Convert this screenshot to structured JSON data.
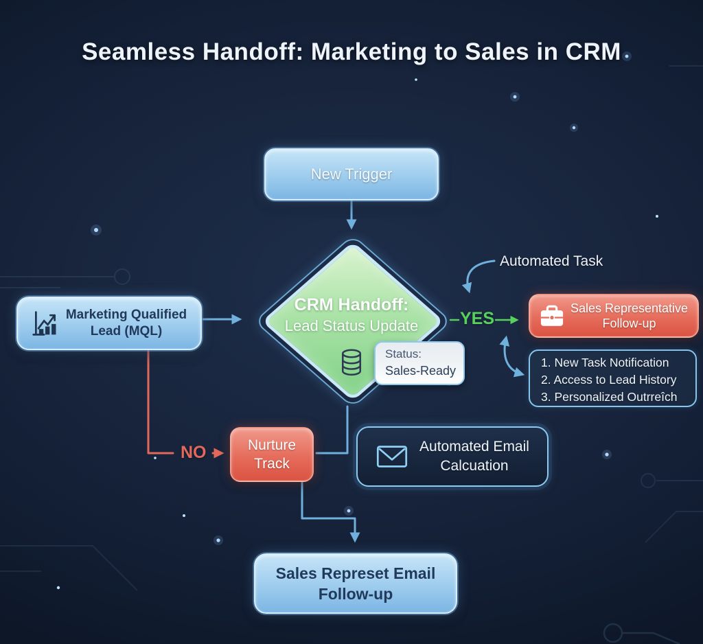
{
  "title": "Seamless Handoff: Marketing to Sales in CRM",
  "nodes": {
    "new_trigger": {
      "label": "New Trigger"
    },
    "mql": {
      "line1": "Marketing Qualified",
      "line2": "Lead (MQL)"
    },
    "decision": {
      "line1": "CRM Handoff:",
      "line2": "Lead Status Update"
    },
    "status": {
      "line1": "Status:",
      "line2": "Sales-Ready"
    },
    "sales_rep": {
      "line1": "Sales Representative",
      "line2": "Follow-up"
    },
    "task_list": {
      "item1": "1. New Task Notification",
      "item2": "2. Access to Lead History",
      "item3": "3. Personalized Outrreîch"
    },
    "nurture": {
      "line1": "Nurture",
      "line2": "Track"
    },
    "email": {
      "line1": "Automated Email",
      "line2": "Calcuation"
    },
    "sales_email": {
      "line1": "Sales Represet Email",
      "line2": "Follow-up"
    }
  },
  "labels": {
    "automated_task": "Automated Task",
    "yes": "YES",
    "no": "NO"
  },
  "icons": {
    "mql": "bar-chart-icon",
    "decision": "database-icon",
    "sales_rep": "briefcase-icon",
    "email": "envelope-icon"
  },
  "colors": {
    "background": "#18253d",
    "node_blue": "#a8d3f0",
    "node_red": "#e66c5b",
    "diamond_green": "#8fd690",
    "connector_blue": "#6fb0dd",
    "yes_green": "#57d05c",
    "no_red": "#e2685c",
    "outline_border": "#8ccbf1"
  }
}
